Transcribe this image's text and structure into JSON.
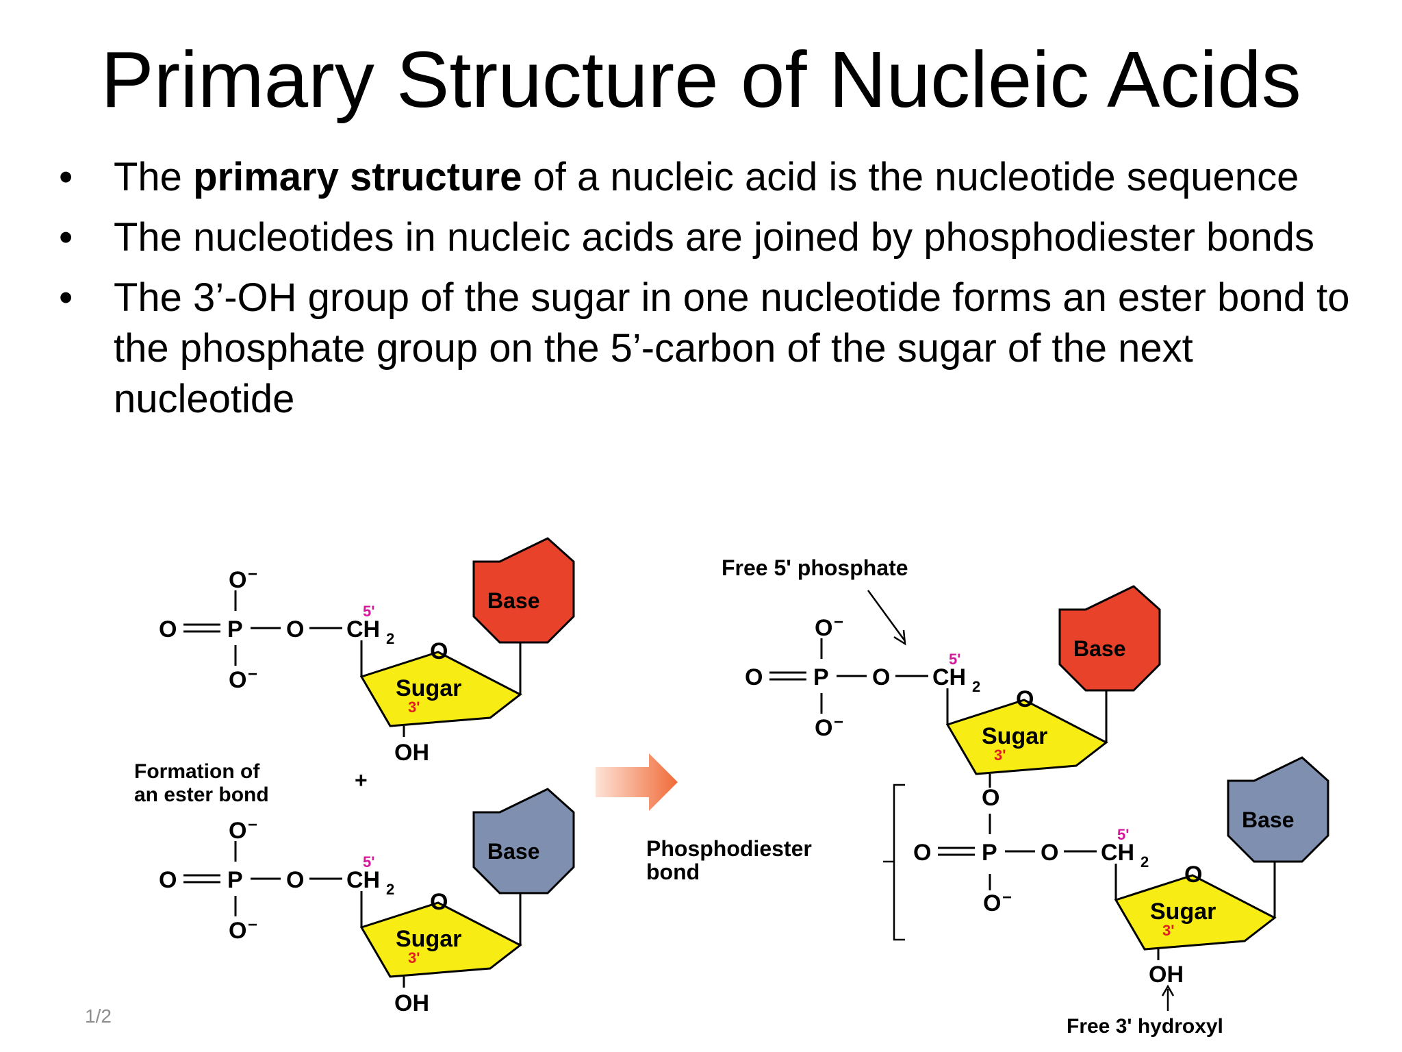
{
  "slide": {
    "title": "Primary Structure of Nucleic Acids",
    "page_number": "1/2",
    "bullets": [
      {
        "pre": "The ",
        "bold": "primary structure",
        "post": " of a nucleic acid is the nucleotide sequence"
      },
      {
        "pre": "The nucleotides in nucleic acids are joined by phosphodiester bonds",
        "bold": "",
        "post": ""
      },
      {
        "pre": "The 3’-OH group of the sugar in one nucleotide forms an ester bond to the phosphate group on the 5’-carbon of the sugar of the next nucleotide",
        "bold": "",
        "post": ""
      }
    ],
    "bullet_symbol": "•"
  },
  "figure": {
    "labels": {
      "free_5_phosphate": "Free 5' phosphate",
      "free_3_hydroxyl": "Free 3' hydroxyl",
      "formation_line1": "Formation of",
      "formation_line2": "an ester bond",
      "plus": "+",
      "phosphodiester_line1": "Phosphodiester",
      "phosphodiester_line2": "bond"
    },
    "chem": {
      "o_minus": "O",
      "minus": "−",
      "o": "O",
      "p": "P",
      "ch": "CH",
      "sub2": "2",
      "five_prime": "5'",
      "three_prime": "3'",
      "sugar": "Sugar",
      "base": "Base",
      "oh": "OH"
    },
    "colors": {
      "base_red": "#e8422a",
      "base_blue": "#7f8fb0",
      "sugar_yellow": "#f7ec14",
      "prime_magenta": "#d6169a",
      "prime_red": "#e02020",
      "arrow_orange": "#f27a4a"
    }
  }
}
